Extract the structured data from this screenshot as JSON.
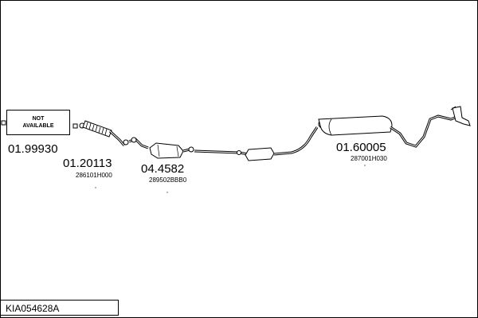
{
  "not_available": {
    "line1": "NOT",
    "line2": "AVAILABLE"
  },
  "parts": [
    {
      "part_number": "01.99930",
      "oem": ""
    },
    {
      "part_number": "01.20113",
      "oem": "286101H000"
    },
    {
      "part_number": "04.4582",
      "oem": "289502BBB0"
    },
    {
      "part_number": "01.60005",
      "oem": "287001H030"
    }
  ],
  "reference": "KIA054628A"
}
